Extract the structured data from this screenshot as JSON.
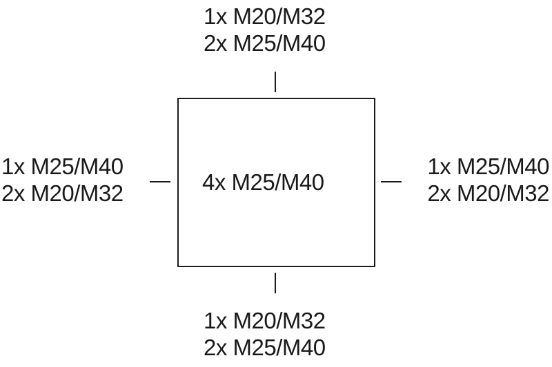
{
  "diagram": {
    "center": "4x M25/M40",
    "top": [
      "1x M20/M32",
      "2x M25/M40"
    ],
    "bottom": [
      "1x M20/M32",
      "2x M25/M40"
    ],
    "left": [
      "1x M25/M40",
      "2x M20/M32"
    ],
    "right": [
      "1x M25/M40",
      "2x M20/M32"
    ]
  },
  "colors": {
    "line": "#1a1a1a",
    "background": "#ffffff"
  }
}
